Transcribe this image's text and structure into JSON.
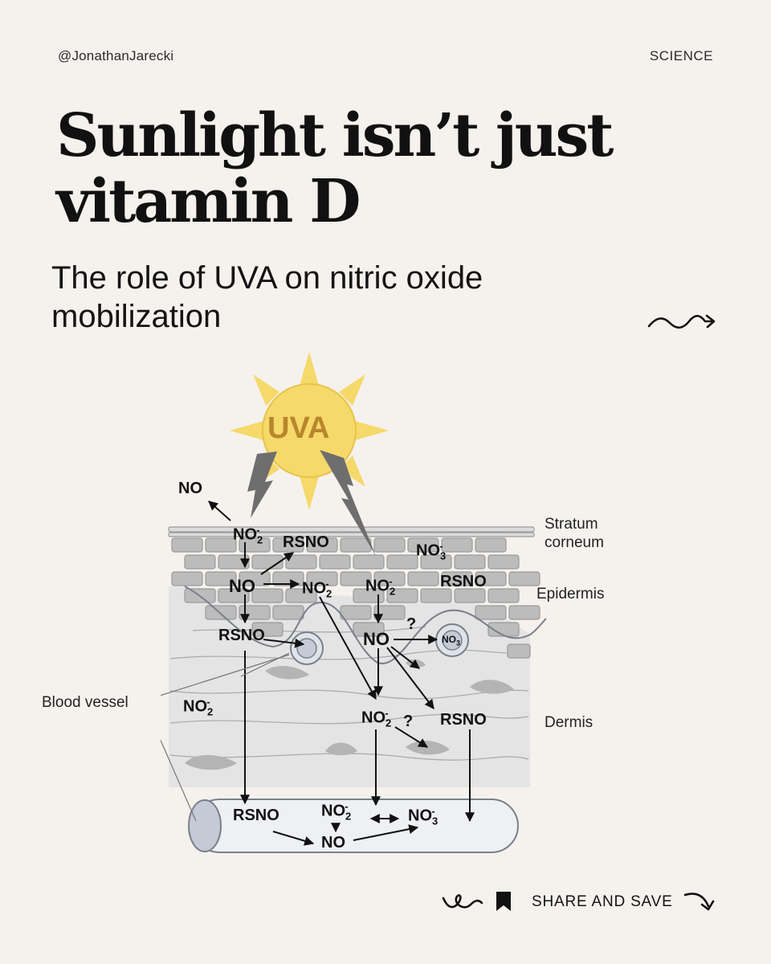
{
  "header": {
    "handle": "@JonathanJarecki",
    "category": "SCIENCE"
  },
  "title": "Sunlight isn’t just vitamin D",
  "subtitle": "The role of UVA on nitric oxide mobilization",
  "diagram": {
    "sun_label": "UVA",
    "layers": {
      "stratum_corneum": "Stratum\ncorneum",
      "epidermis": "Epidermis",
      "dermis": "Dermis",
      "blood_vessel": "Blood vessel"
    },
    "molecules": {
      "no_top": "NO",
      "no2_top": "NO",
      "rsno_top": "RSNO",
      "no3_top": "NO",
      "no_epi": "NO",
      "no2_epi": "NO",
      "no2_epi2": "NO",
      "rsno_epi": "RSNO",
      "rsno_left": "RSNO",
      "no_mid": "NO",
      "no3_mid": "NO",
      "no2_dermis_left": "NO",
      "no2_dermis": "NO",
      "rsno_dermis": "RSNO",
      "rsno_vessel": "RSNO",
      "no2_vessel": "NO",
      "no3_vessel": "NO",
      "no_vessel": "NO",
      "question": "?"
    },
    "subscripts": {
      "two": "2",
      "three": "3",
      "minus": "-"
    }
  },
  "footer": {
    "share_label": "SHARE AND SAVE"
  },
  "icons": {
    "swirl_arrow": "squiggle-arrow-icon",
    "wave": "wave-icon",
    "bookmark": "bookmark-icon",
    "curved_arrow": "curved-arrow-icon"
  },
  "colors": {
    "background": "#f5f2ee",
    "sun": "#f5d96a",
    "sun_text": "#b8862c",
    "skin": "#e6e6e6"
  }
}
